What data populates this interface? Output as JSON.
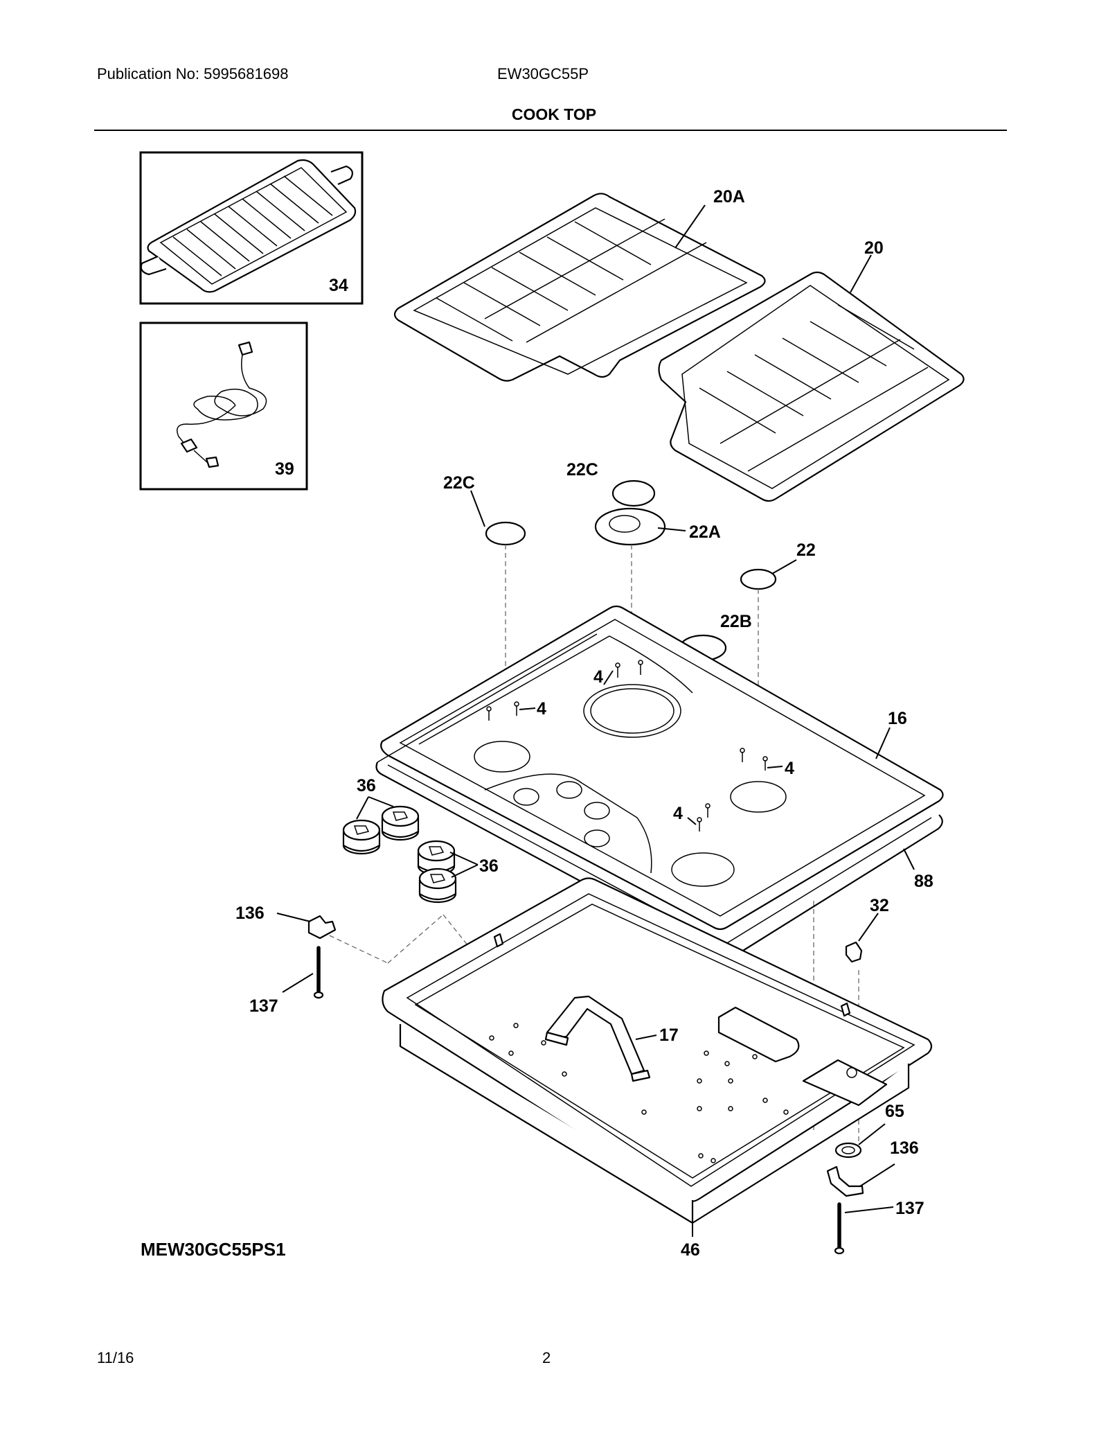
{
  "header": {
    "publication": "Publication No:  5995681698",
    "model": "EW30GC55P",
    "section_title": "COOK TOP"
  },
  "footer": {
    "date": "11/16",
    "page": "2",
    "model_code": "MEW30GC55PS1"
  },
  "callouts": {
    "c20A": "20A",
    "c20": "20",
    "c34": "34",
    "c39": "39",
    "c22C_left": "22C",
    "c22C_center": "22C",
    "c22A": "22A",
    "c22": "22",
    "c22B": "22B",
    "c4_a": "4",
    "c4_b": "4",
    "c4_c": "4",
    "c4_d": "4",
    "c16": "16",
    "c36_top": "36",
    "c36_bottom": "36",
    "c88": "88",
    "c136_left": "136",
    "c137_left": "137",
    "c32": "32",
    "c17": "17",
    "c65": "65",
    "c136_right": "136",
    "c137_right": "137",
    "c46": "46"
  }
}
